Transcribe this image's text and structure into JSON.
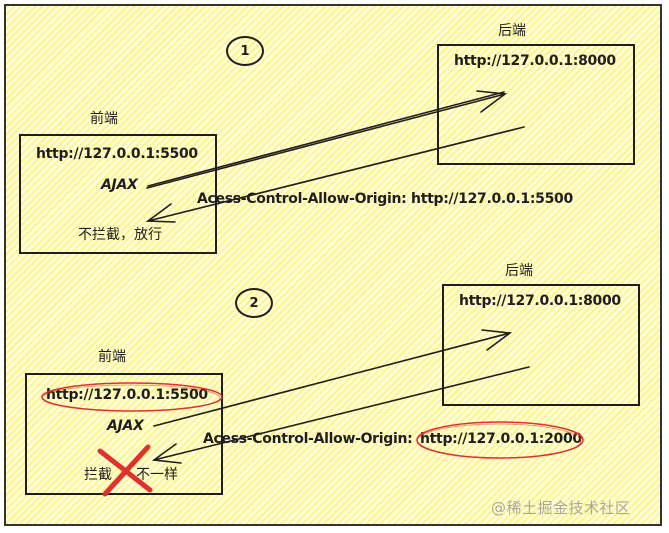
{
  "diagram": {
    "title": "CORS Access-Control-Allow-Origin comparison",
    "colors": {
      "background": "#fffbc8",
      "stroke": "#1e1e1e",
      "highlight": "#e03131"
    },
    "scenario1": {
      "number": "1",
      "frontend": {
        "heading": "前端",
        "url": "http://127.0.0.1:5500",
        "request_label": "AJAX",
        "result": "不拦截，放行"
      },
      "backend": {
        "heading": "后端",
        "url": "http://127.0.0.1:8000"
      },
      "response_header": "Acess-Control-Allow-Origin: http://127.0.0.1:5500"
    },
    "scenario2": {
      "number": "2",
      "frontend": {
        "heading": "前端",
        "url": "http://127.0.0.1:5500",
        "request_label": "AJAX",
        "result_left": "拦截",
        "result_right": "不一样"
      },
      "backend": {
        "heading": "后端",
        "url": "http://127.0.0.1:8000"
      },
      "response_header_name": "Acess-Control-Allow-Origin:",
      "response_header_value": "http://127.0.0.1:2000"
    }
  },
  "watermark": "@稀土掘金技术社区"
}
